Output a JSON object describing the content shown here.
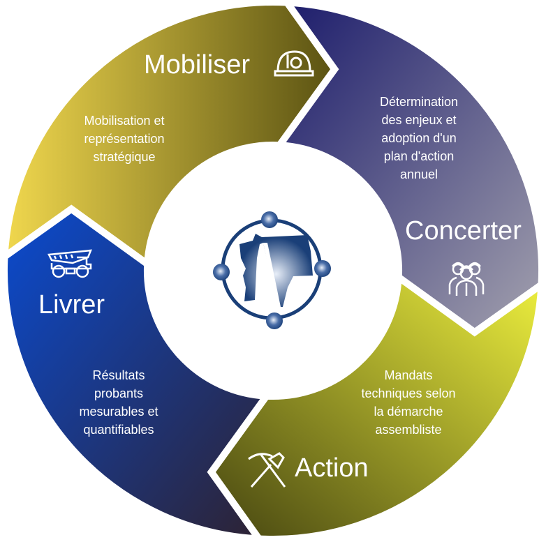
{
  "segments": {
    "mobiliser": {
      "title": "Mobiliser",
      "icon": "miner-helmet-icon",
      "lines": [
        "Mobilisation et",
        "représentation",
        "stratégique"
      ],
      "colors": [
        "#f1d84e",
        "#5a5212"
      ]
    },
    "concerter": {
      "title": "Concerter",
      "icon": "workers-group-icon",
      "lines": [
        "Détermination",
        "des enjeux et",
        "adoption d'un",
        "plan d'action",
        "annuel"
      ],
      "colors": [
        "#1b1b6b",
        "#a3a1ae"
      ]
    },
    "action": {
      "title": "Action",
      "icon": "pickaxe-shovel-icon",
      "lines": [
        "Mandats",
        "techniques selon",
        "la démarche",
        "assembliste"
      ],
      "colors": [
        "#eef03e",
        "#454410"
      ]
    },
    "livrer": {
      "title": "Livrer",
      "icon": "dump-truck-icon",
      "lines": [
        "Résultats",
        "probants",
        "mesurables et",
        "quantifiables"
      ],
      "colors": [
        "#0a4bd0",
        "#2e2231"
      ]
    }
  },
  "logo": {
    "icon": "organization-logo",
    "color": "#1a3f78"
  }
}
